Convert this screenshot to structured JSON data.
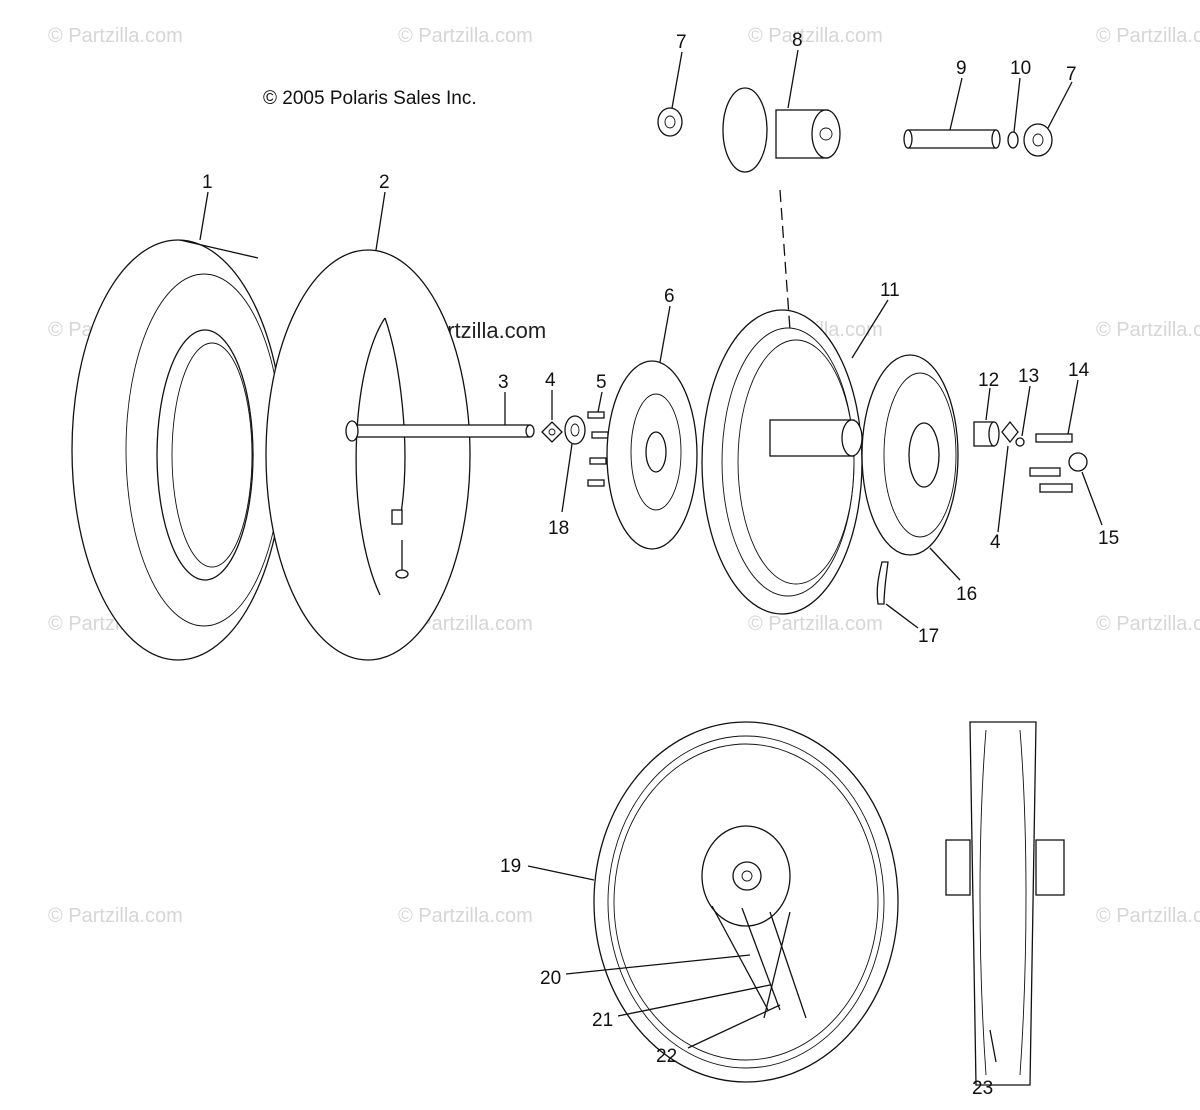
{
  "copyright": "© 2005 Polaris Sales Inc.",
  "watermark_text": "© Partzilla.com",
  "center_watermark_text": "© Partzilla.com",
  "callouts": [
    {
      "id": "c1",
      "label": "1"
    },
    {
      "id": "c2",
      "label": "2"
    },
    {
      "id": "c3",
      "label": "3"
    },
    {
      "id": "c4a",
      "label": "4"
    },
    {
      "id": "c5",
      "label": "5"
    },
    {
      "id": "c6",
      "label": "6"
    },
    {
      "id": "c7a",
      "label": "7"
    },
    {
      "id": "c8",
      "label": "8"
    },
    {
      "id": "c9",
      "label": "9"
    },
    {
      "id": "c10",
      "label": "10"
    },
    {
      "id": "c7b",
      "label": "7"
    },
    {
      "id": "c11",
      "label": "11"
    },
    {
      "id": "c12",
      "label": "12"
    },
    {
      "id": "c13",
      "label": "13"
    },
    {
      "id": "c14",
      "label": "14"
    },
    {
      "id": "c15",
      "label": "15"
    },
    {
      "id": "c4b",
      "label": "4"
    },
    {
      "id": "c16",
      "label": "16"
    },
    {
      "id": "c17",
      "label": "17"
    },
    {
      "id": "c18",
      "label": "18"
    },
    {
      "id": "c19",
      "label": "19"
    },
    {
      "id": "c20",
      "label": "20"
    },
    {
      "id": "c21",
      "label": "21"
    },
    {
      "id": "c22",
      "label": "22"
    },
    {
      "id": "c23",
      "label": "23"
    }
  ],
  "colors": {
    "line": "#111111",
    "watermark": "#d6d6d6",
    "background": "#ffffff"
  }
}
